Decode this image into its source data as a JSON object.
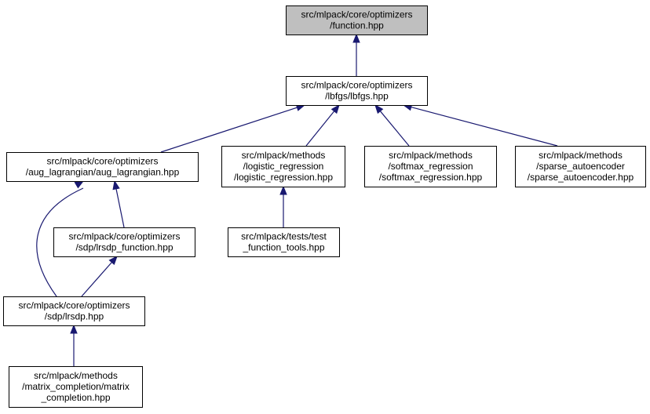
{
  "graph": {
    "nodes": [
      {
        "id": "function",
        "lines": [
          "src/mlpack/core/optimizers",
          "/function.hpp"
        ],
        "highlighted": true
      },
      {
        "id": "lbfgs",
        "lines": [
          "src/mlpack/core/optimizers",
          "/lbfgs/lbfgs.hpp"
        ]
      },
      {
        "id": "aug_lagrangian",
        "lines": [
          "src/mlpack/core/optimizers",
          "/aug_lagrangian/aug_lagrangian.hpp"
        ]
      },
      {
        "id": "logistic_regression",
        "lines": [
          "src/mlpack/methods",
          "/logistic_regression",
          "/logistic_regression.hpp"
        ]
      },
      {
        "id": "softmax_regression",
        "lines": [
          "src/mlpack/methods",
          "/softmax_regression",
          "/softmax_regression.hpp"
        ]
      },
      {
        "id": "sparse_autoencoder",
        "lines": [
          "src/mlpack/methods",
          "/sparse_autoencoder",
          "/sparse_autoencoder.hpp"
        ]
      },
      {
        "id": "lrsdp_function",
        "lines": [
          "src/mlpack/core/optimizers",
          "/sdp/lrsdp_function.hpp"
        ]
      },
      {
        "id": "test_function_tools",
        "lines": [
          "src/mlpack/tests/test",
          "_function_tools.hpp"
        ]
      },
      {
        "id": "lrsdp",
        "lines": [
          "src/mlpack/core/optimizers",
          "/sdp/lrsdp.hpp"
        ]
      },
      {
        "id": "matrix_completion",
        "lines": [
          "src/mlpack/methods",
          "/matrix_completion/matrix",
          "_completion.hpp"
        ]
      }
    ],
    "edges": [
      {
        "from": "lbfgs",
        "to": "function"
      },
      {
        "from": "aug_lagrangian",
        "to": "lbfgs"
      },
      {
        "from": "logistic_regression",
        "to": "lbfgs"
      },
      {
        "from": "softmax_regression",
        "to": "lbfgs"
      },
      {
        "from": "sparse_autoencoder",
        "to": "lbfgs"
      },
      {
        "from": "lrsdp_function",
        "to": "aug_lagrangian"
      },
      {
        "from": "lrsdp",
        "to": "aug_lagrangian"
      },
      {
        "from": "test_function_tools",
        "to": "logistic_regression"
      },
      {
        "from": "lrsdp",
        "to": "lrsdp_function"
      },
      {
        "from": "matrix_completion",
        "to": "lrsdp"
      }
    ],
    "colors": {
      "edge": "#191970",
      "highlighted_fill": "#bfbfbf",
      "node_fill": "#ffffff",
      "border": "#000000"
    }
  }
}
